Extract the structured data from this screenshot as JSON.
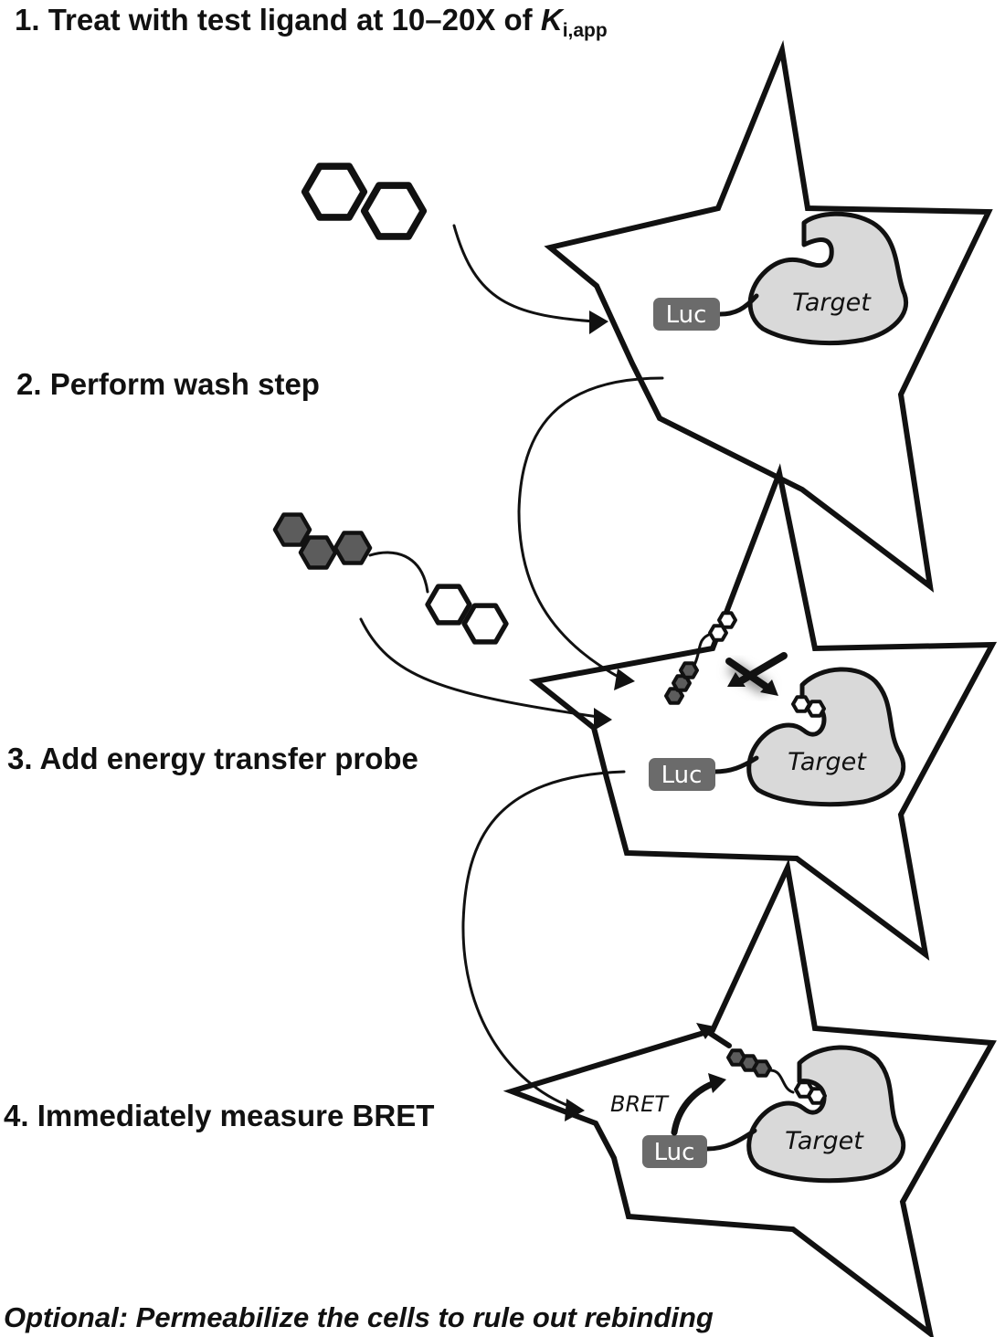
{
  "steps": {
    "step1_prefix": "1.  Treat with test ligand at 10–20X of ",
    "step1_k": "K",
    "step1_sub": "i,app",
    "step2": "2.  Perform wash step",
    "step3": "3.  Add energy transfer probe",
    "step4": "4. Immediately measure BRET"
  },
  "cells": [
    {
      "target_label": "Target",
      "luc_label": "Luc"
    },
    {
      "target_label": "Target",
      "luc_label": "Luc"
    },
    {
      "target_label": "Target",
      "luc_label": "Luc",
      "bret_label": "BRET"
    }
  ],
  "footnote": "Optional:  Permeabilize the cells to rule out rebinding",
  "colors": {
    "outline": "#111111",
    "target_fill": "#d9d9d9",
    "luc_fill": "#6b6b6b",
    "probe_fluorophore_fill": "#5c5c5c"
  }
}
